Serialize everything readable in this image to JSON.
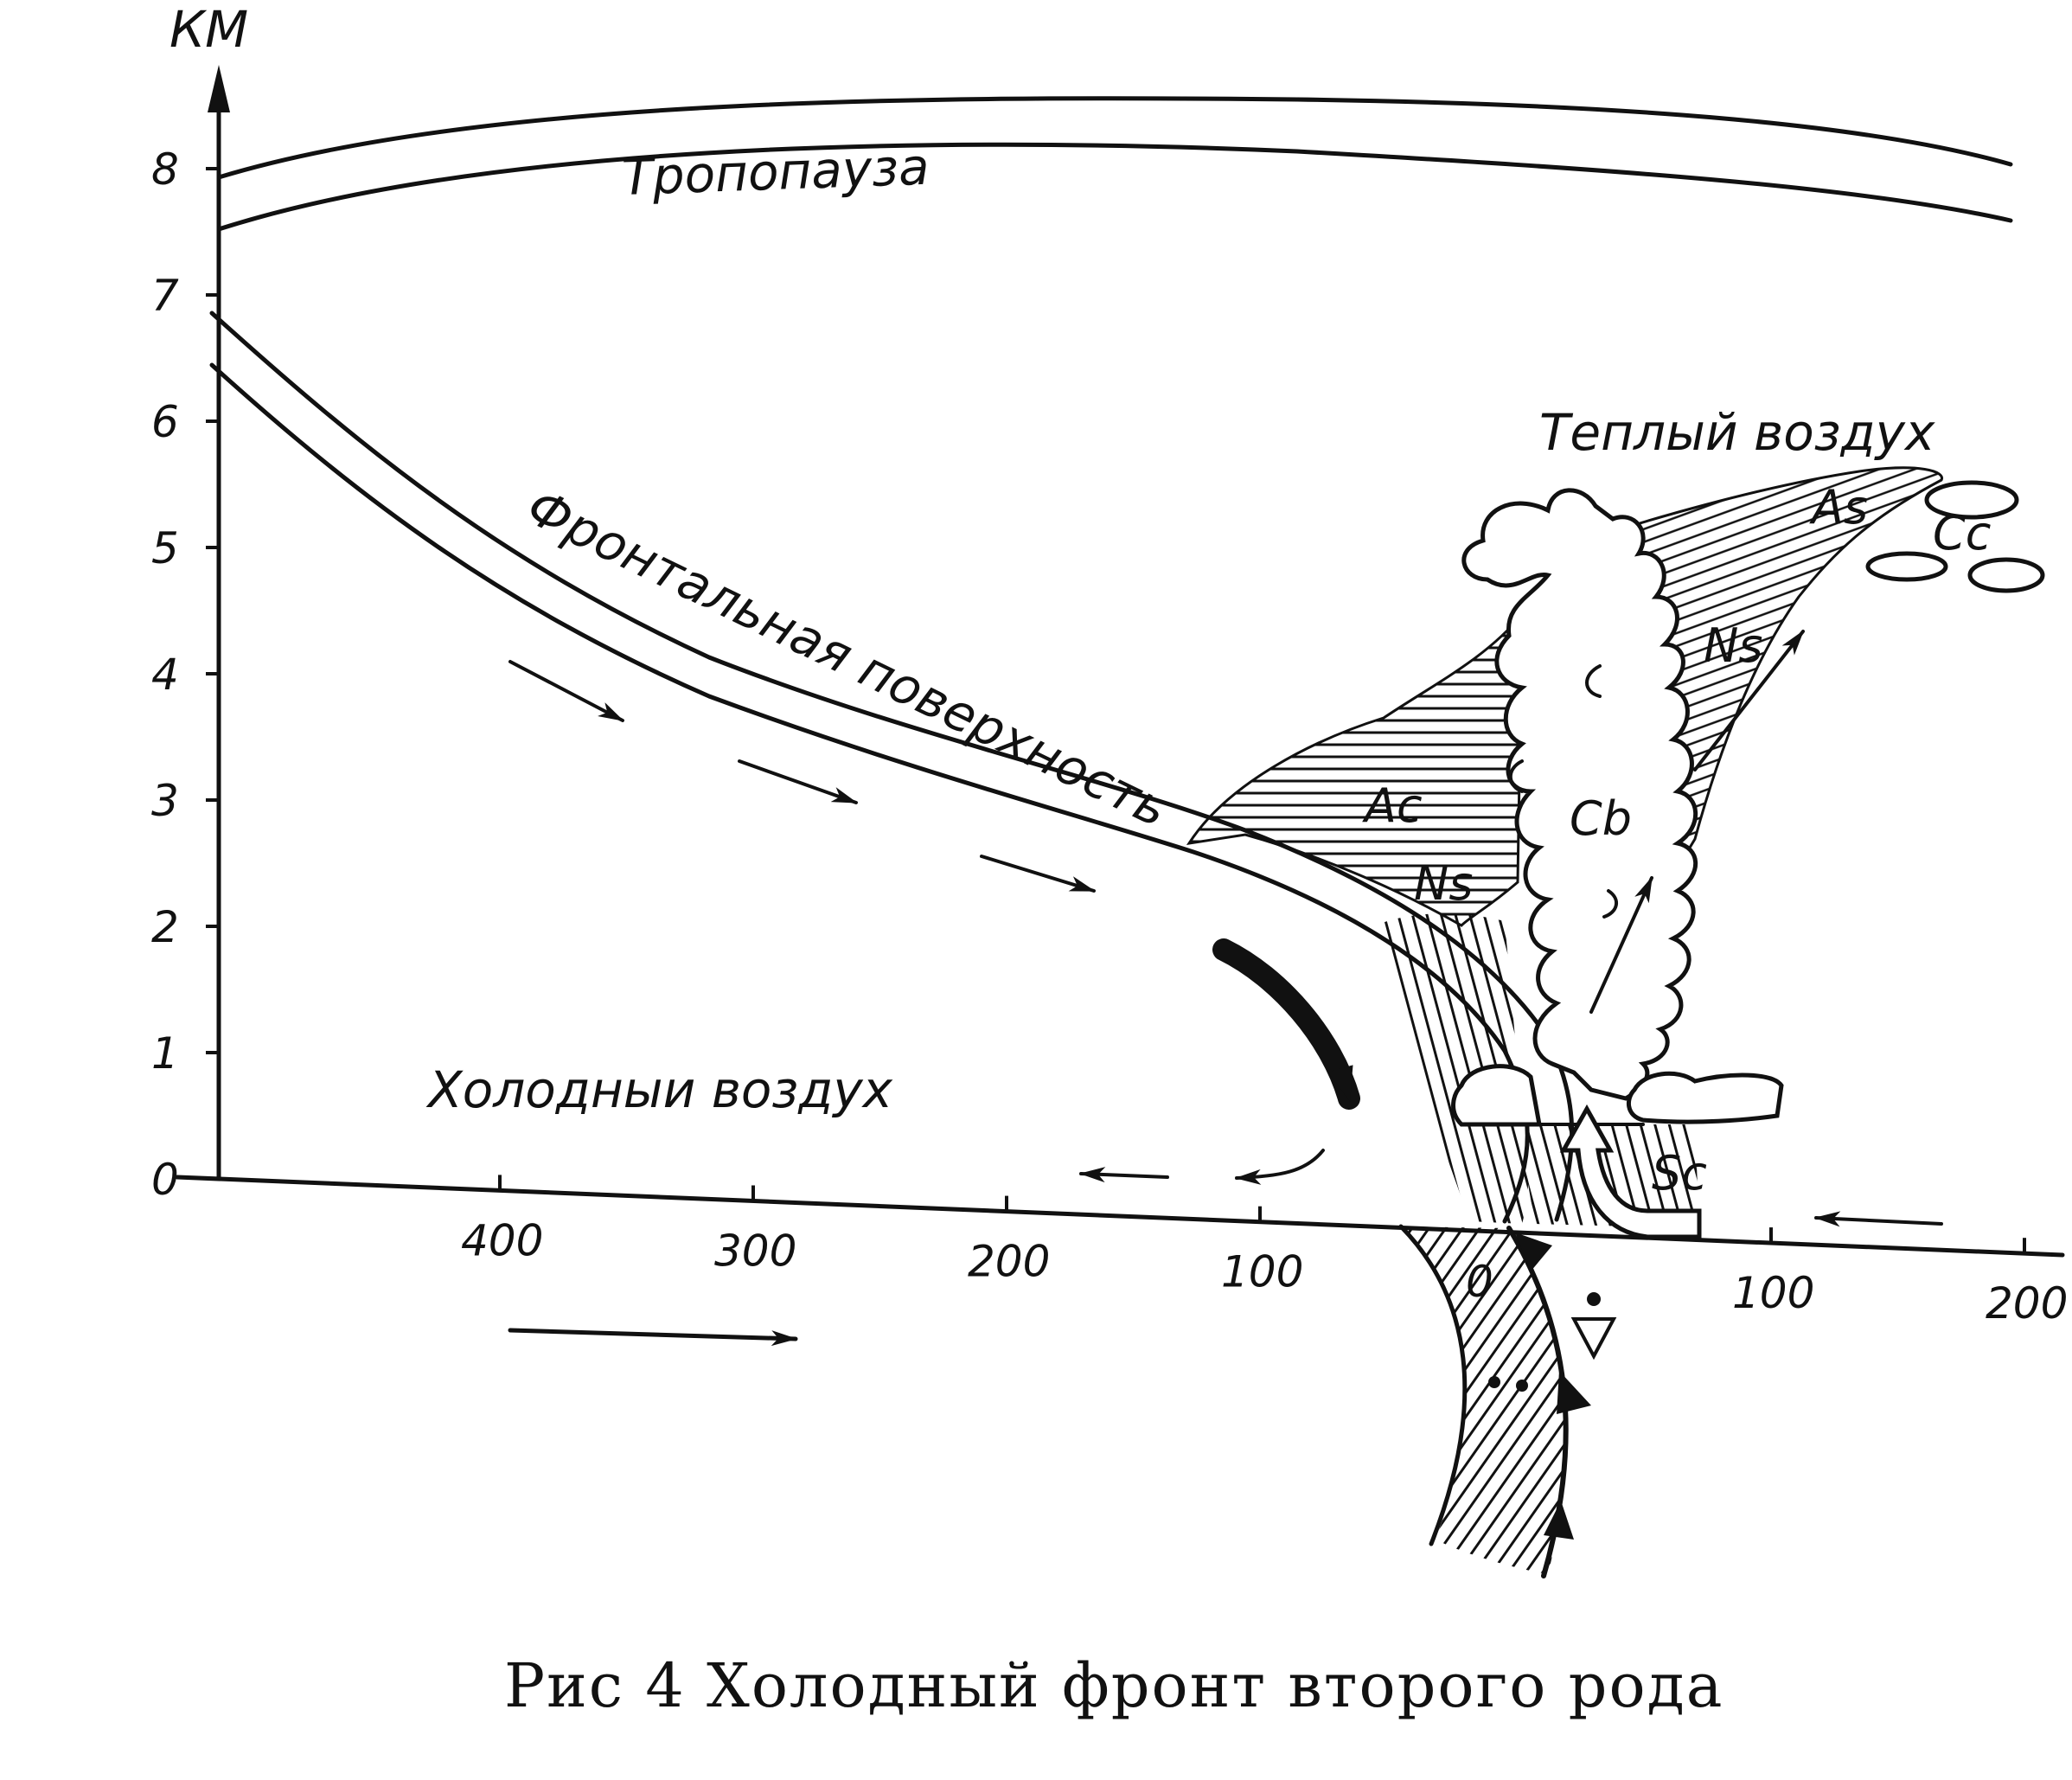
{
  "axis": {
    "y_unit": "КМ",
    "y_ticks": [
      "0",
      "1",
      "2",
      "3",
      "4",
      "5",
      "6",
      "7",
      "8"
    ],
    "x_ticks_left": [
      "400",
      "300",
      "200",
      "100"
    ],
    "x_origin": "0",
    "x_ticks_right": [
      "100",
      "200"
    ]
  },
  "labels": {
    "tropopause": "Тропопауза",
    "frontal_surface": "Фронтальная поверхность",
    "warm_air": "Теплый воздух",
    "cold_air": "Холодныи воздух"
  },
  "clouds": {
    "as": "As",
    "cc": "Cc",
    "ns_upper": "Ns",
    "ac": "Ac",
    "cb": "Cb",
    "ns_lower": "Ns",
    "sc": "Sc"
  },
  "caption": "Рис  4  Холодный фронт второго рода"
}
